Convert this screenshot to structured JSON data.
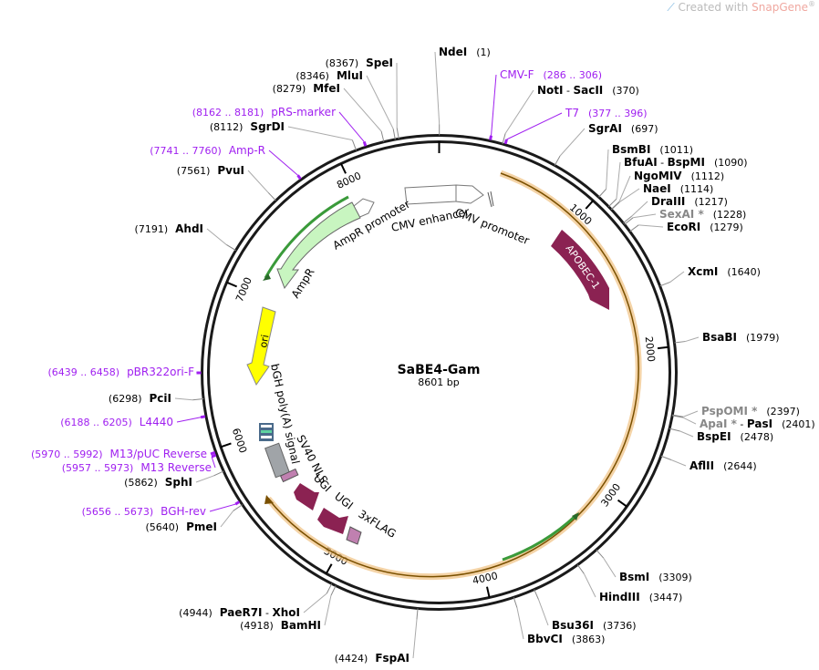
{
  "watermark": {
    "prefix": "Created with ",
    "brand": "SnapGene",
    "mark": "®"
  },
  "plasmid": {
    "name": "SaBE4-Gam",
    "length_label": "8601 bp",
    "length": 8601
  },
  "colors": {
    "backbone": "#1a1a1a",
    "primer": "#a020f0",
    "apobec": "#8b2252",
    "ugi": "#8b2252",
    "ampr": "#c8f5c0",
    "ori": "#ffff00",
    "orf_arc": "#f0c080",
    "green_arrow": "#3a9a3a",
    "gray_feature": "#a0a4a8",
    "flag": "#c080b0"
  },
  "ticks": [
    "1000",
    "2000",
    "3000",
    "4000",
    "5000",
    "6000",
    "7000",
    "8000"
  ],
  "sites": [
    {
      "name": "NdeI",
      "pos": "(1)",
      "bp": 1
    },
    {
      "name": "NotI",
      "name2": "SacII",
      "pos": "(370)",
      "bp": 370
    },
    {
      "name": "SgrAI",
      "pos": "(697)",
      "bp": 697
    },
    {
      "name": "BsmBI",
      "pos": "(1011)",
      "bp": 1011
    },
    {
      "name": "BfuAI",
      "name2": "BspMI",
      "pos": "(1090)",
      "bp": 1090
    },
    {
      "name": "NgoMIV",
      "pos": "(1112)",
      "bp": 1112
    },
    {
      "name": "NaeI",
      "pos": "(1114)",
      "bp": 1114
    },
    {
      "name": "DraIII",
      "pos": "(1217)",
      "bp": 1217
    },
    {
      "name": "SexAI *",
      "pos": "(1228)",
      "bp": 1228,
      "gray": true
    },
    {
      "name": "EcoRI",
      "pos": "(1279)",
      "bp": 1279
    },
    {
      "name": "XcmI",
      "pos": "(1640)",
      "bp": 1640
    },
    {
      "name": "BsaBI",
      "pos": "(1979)",
      "bp": 1979
    },
    {
      "name": "PspOMI *",
      "pos": "(2397)",
      "bp": 2397,
      "gray": true
    },
    {
      "name": "ApaI *",
      "name2": "PasI",
      "pos": "(2401)",
      "bp": 2401,
      "gray": true
    },
    {
      "name": "BspEI",
      "pos": "(2478)",
      "bp": 2478
    },
    {
      "name": "AflII",
      "pos": "(2644)",
      "bp": 2644
    },
    {
      "name": "BsmI",
      "pos": "(3309)",
      "bp": 3309
    },
    {
      "name": "HindIII",
      "pos": "(3447)",
      "bp": 3447
    },
    {
      "name": "Bsu36I",
      "pos": "(3736)",
      "bp": 3736
    },
    {
      "name": "BbvCI",
      "pos": "(3863)",
      "bp": 3863
    },
    {
      "name": "FspAI",
      "pos": "(4424)",
      "bp": 4424
    },
    {
      "name": "BamHI",
      "pos": "(4918)",
      "bp": 4918
    },
    {
      "name": "PaeR7I",
      "name2": "XhoI",
      "pos": "(4944)",
      "bp": 4944
    },
    {
      "name": "PmeI",
      "pos": "(5640)",
      "bp": 5640
    },
    {
      "name": "SphI",
      "pos": "(5862)",
      "bp": 5862
    },
    {
      "name": "PciI",
      "pos": "(6298)",
      "bp": 6298
    },
    {
      "name": "AhdI",
      "pos": "(7191)",
      "bp": 7191
    },
    {
      "name": "PvuI",
      "pos": "(7561)",
      "bp": 7561
    },
    {
      "name": "SgrDI",
      "pos": "(8112)",
      "bp": 8112
    },
    {
      "name": "MfeI",
      "pos": "(8279)",
      "bp": 8279
    },
    {
      "name": "MluI",
      "pos": "(8346)",
      "bp": 8346
    },
    {
      "name": "SpeI",
      "pos": "(8367)",
      "bp": 8367
    }
  ],
  "primers": [
    {
      "name": "CMV-F",
      "pos": "(286 .. 306)",
      "bp": 296
    },
    {
      "name": "T7",
      "pos": "(377 .. 396)",
      "bp": 386
    },
    {
      "name": "pRS-marker",
      "pos": "(8162 .. 8181)",
      "bp": 8171
    },
    {
      "name": "Amp-R",
      "pos": "(7741 .. 7760)",
      "bp": 7750
    },
    {
      "name": "pBR322ori-F",
      "pos": "(6439 .. 6458)",
      "bp": 6448
    },
    {
      "name": "L4440",
      "pos": "(6188 .. 6205)",
      "bp": 6196
    },
    {
      "name": "M13/pUC Reverse",
      "pos": "(5970 .. 5992)",
      "bp": 5981
    },
    {
      "name": "M13 Reverse",
      "pos": "(5957 .. 5973)",
      "bp": 5965
    },
    {
      "name": "BGH-rev",
      "pos": "(5656 .. 5673)",
      "bp": 5664
    }
  ],
  "features": [
    {
      "label": "CMV enhancer"
    },
    {
      "label": "CMV promoter"
    },
    {
      "label": "AmpR promoter"
    },
    {
      "label": "AmpR"
    },
    {
      "label": "ori"
    },
    {
      "label": "APOBEC-1"
    },
    {
      "label": "bGH poly(A) signal"
    },
    {
      "label": "SV40 NLS"
    },
    {
      "label": "UGI"
    },
    {
      "label": "UGI"
    },
    {
      "label": "3xFLAG"
    }
  ]
}
